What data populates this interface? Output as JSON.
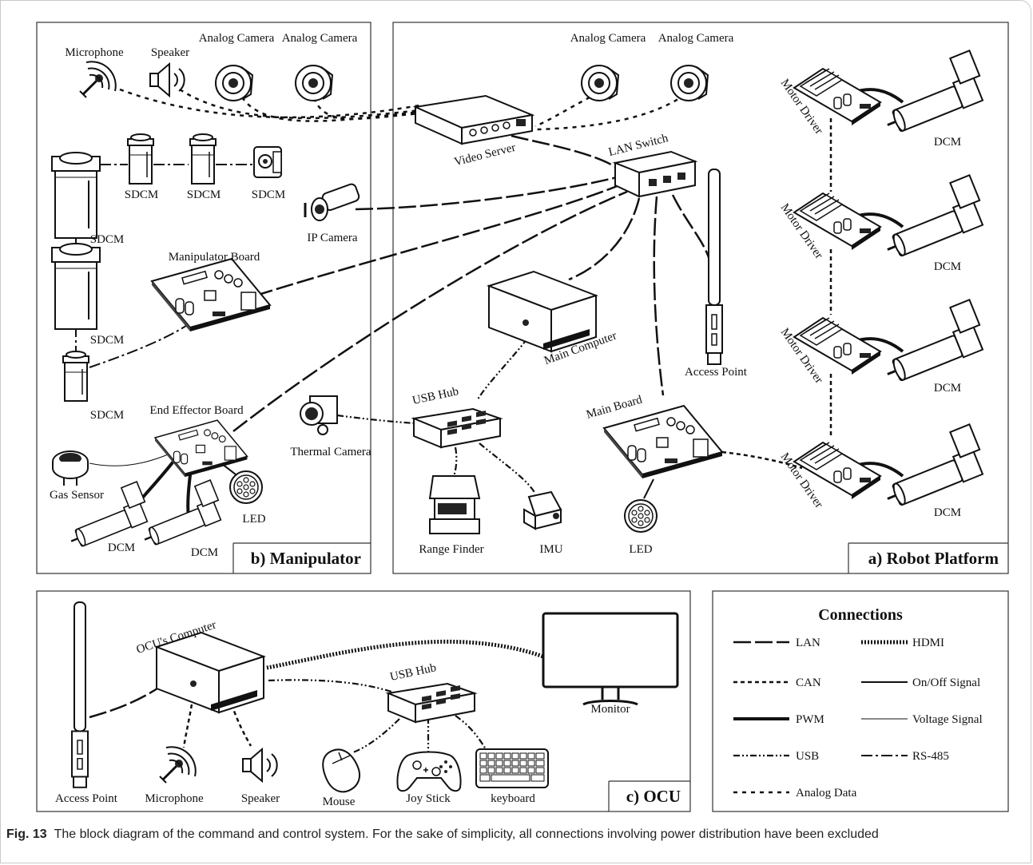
{
  "panels": {
    "robot_platform": "a) Robot Platform",
    "manipulator": "b) Manipulator",
    "ocu": "c) OCU"
  },
  "robot_platform": {
    "analog_camera_1": "Analog Camera",
    "analog_camera_2": "Analog Camera",
    "video_server": "Video Server",
    "lan_switch": "LAN Switch",
    "main_computer": "Main Computer",
    "access_point": "Access Point",
    "usb_hub": "USB Hub",
    "main_board": "Main Board",
    "thermal_camera": "Thermal Camera",
    "range_finder": "Range Finder",
    "imu": "IMU",
    "led": "LED",
    "motor_drivers": [
      "Motor Driver",
      "Motor Driver",
      "Motor Driver",
      "Motor Driver"
    ],
    "dcms": [
      "DCM",
      "DCM",
      "DCM",
      "DCM"
    ]
  },
  "manipulator": {
    "microphone": "Microphone",
    "speaker": "Speaker",
    "analog_camera_1": "Analog Camera",
    "analog_camera_2": "Analog Camera",
    "sdcm_labels": [
      "SDCM",
      "SDCM",
      "SDCM",
      "SDCM",
      "SDCM",
      "SDCM"
    ],
    "ip_camera": "IP Camera",
    "manipulator_board": "Manipulator Board",
    "end_effector_board": "End Effector Board",
    "gas_sensor": "Gas Sensor",
    "led": "LED",
    "dcm_1": "DCM",
    "dcm_2": "DCM"
  },
  "ocu": {
    "computer": "OCU's Computer",
    "usb_hub": "USB Hub",
    "monitor": "Monitor",
    "access_point": "Access Point",
    "microphone": "Microphone",
    "speaker": "Speaker",
    "mouse": "Mouse",
    "joystick": "Joy Stick",
    "keyboard": "keyboard"
  },
  "legend": {
    "title": "Connections",
    "items": [
      {
        "key": "lan",
        "label": "LAN"
      },
      {
        "key": "hdmi",
        "label": "HDMI"
      },
      {
        "key": "can",
        "label": "CAN"
      },
      {
        "key": "onoff",
        "label": "On/Off Signal"
      },
      {
        "key": "pwm",
        "label": "PWM"
      },
      {
        "key": "voltage",
        "label": "Voltage Signal"
      },
      {
        "key": "usb",
        "label": "USB"
      },
      {
        "key": "rs485",
        "label": "RS-485"
      },
      {
        "key": "analog",
        "label": "Analog Data"
      }
    ]
  },
  "caption": {
    "label": "Fig. 13",
    "text": "The block diagram of the command and control system. For the sake of simplicity, all connections involving power distribution have been excluded"
  }
}
